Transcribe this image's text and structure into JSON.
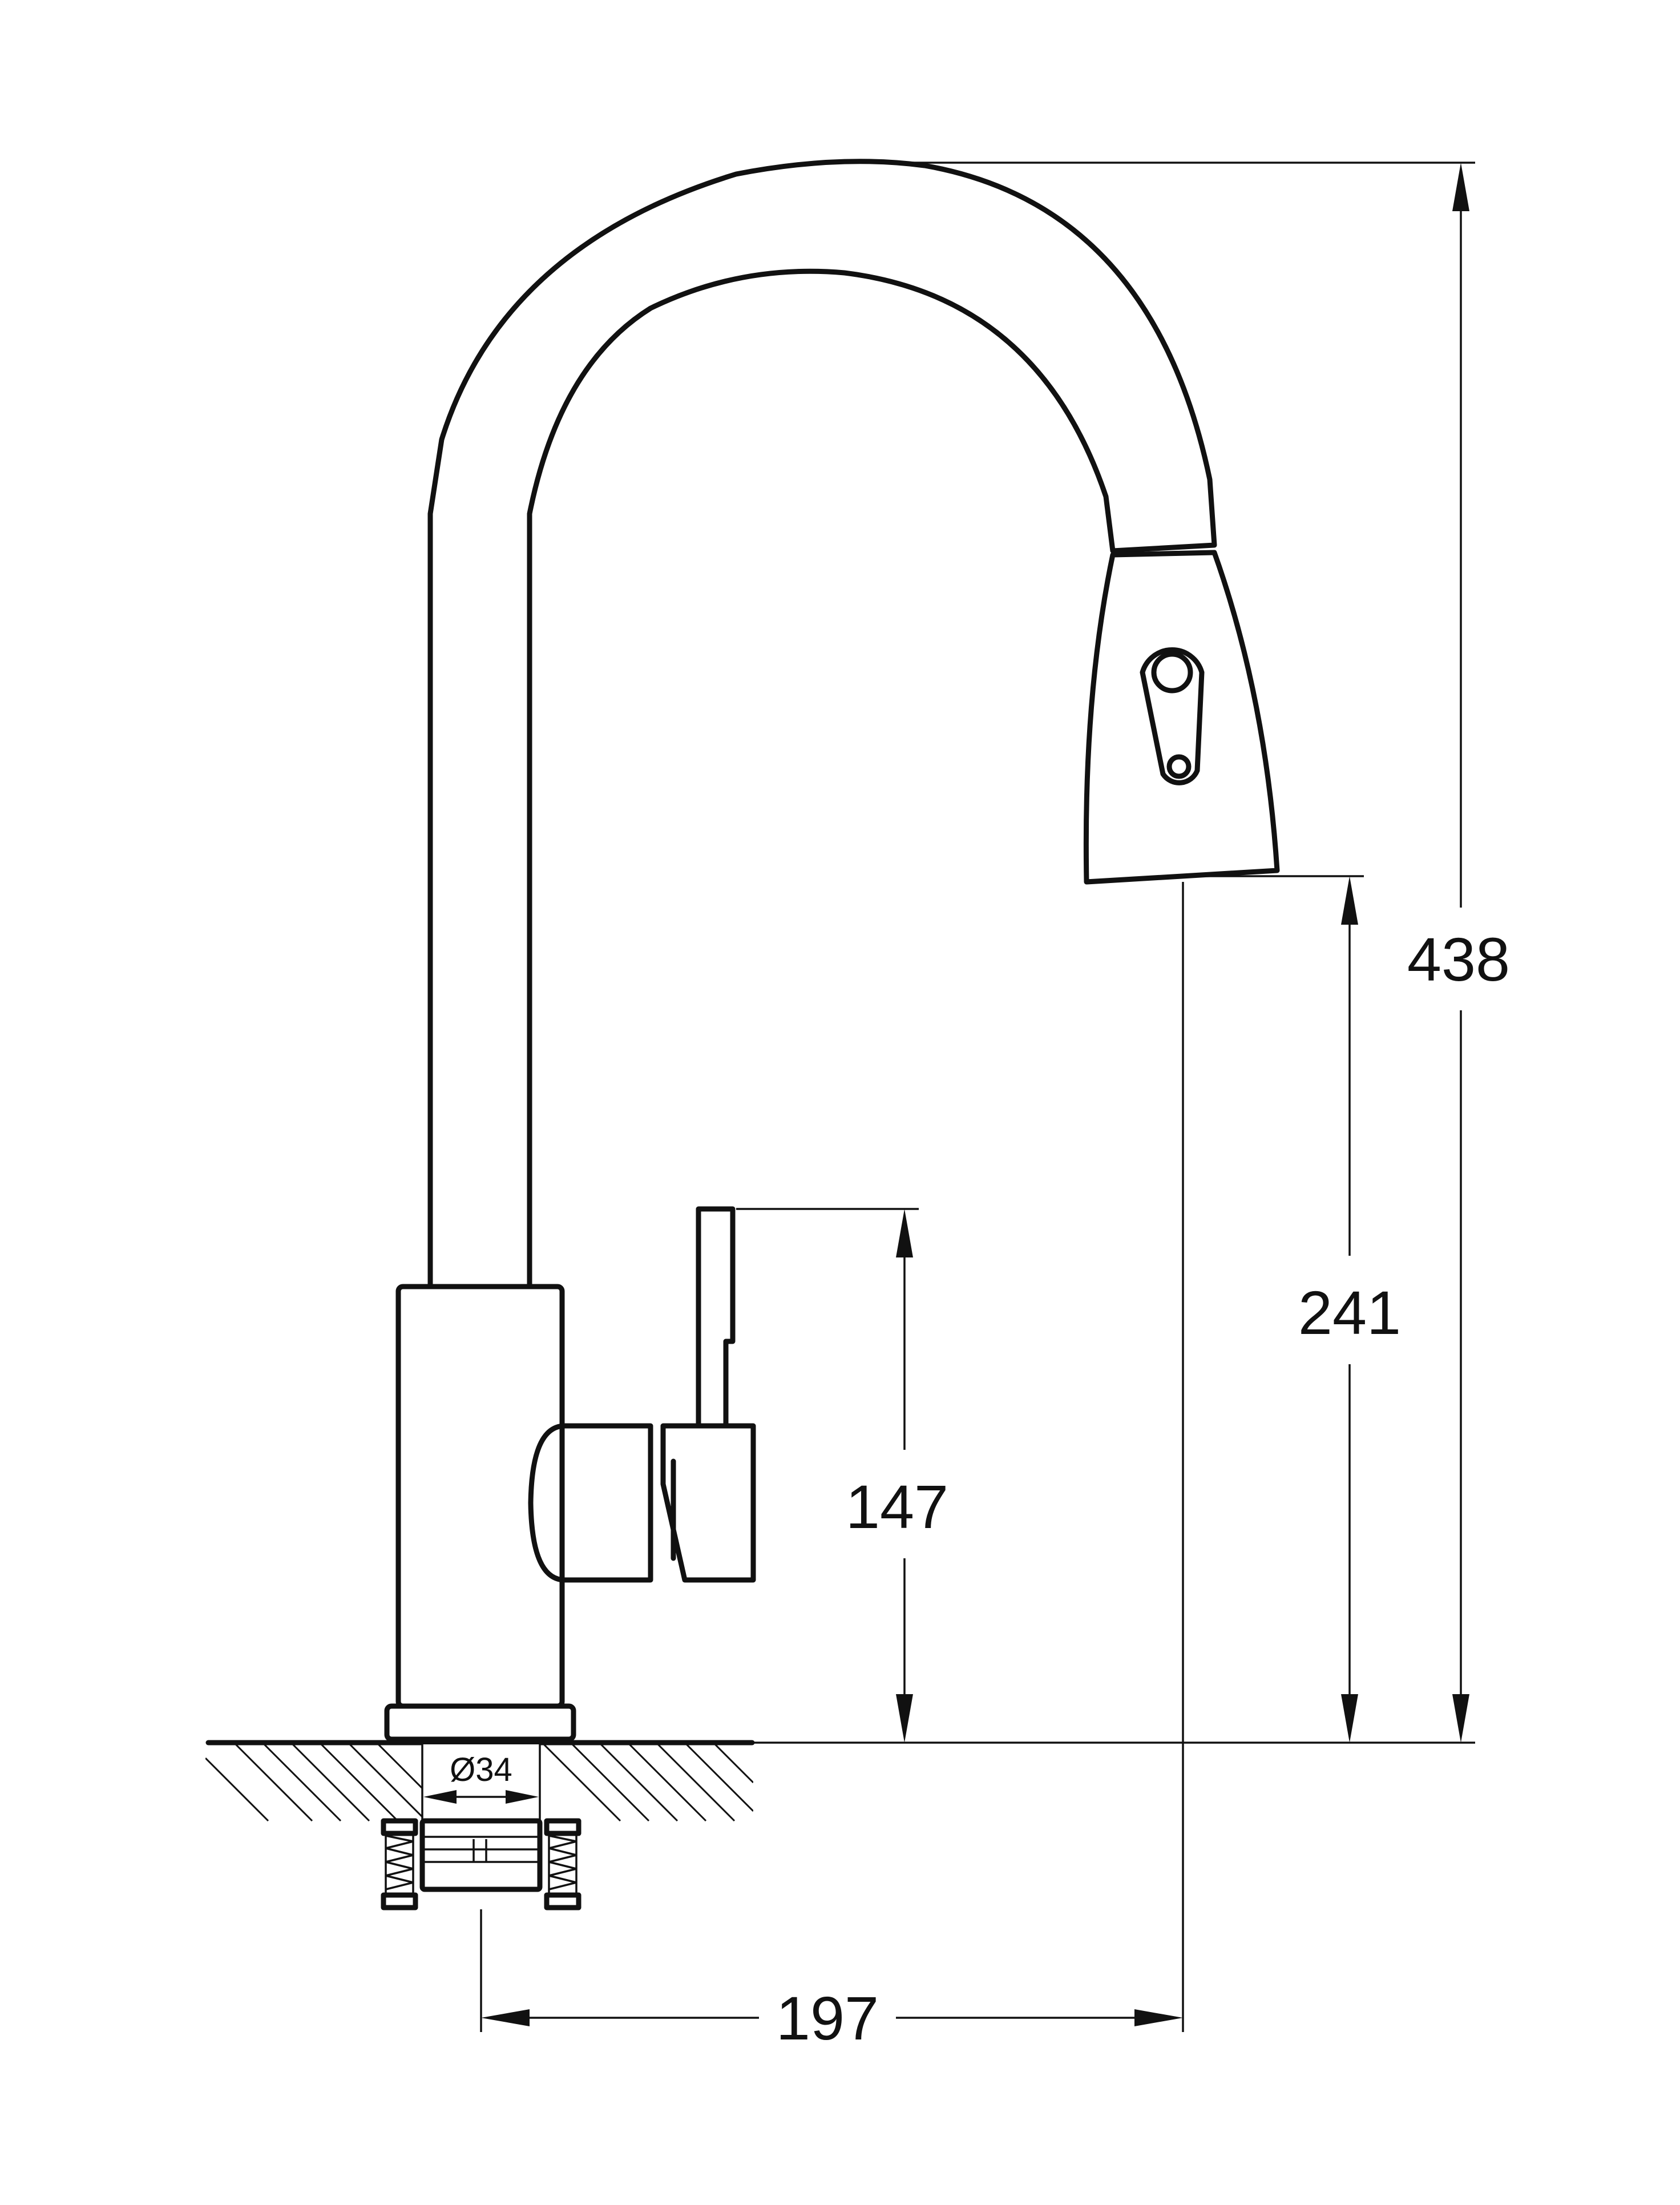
{
  "dimensions": {
    "total_height": "438",
    "spout_clearance": "241",
    "lever_height": "147",
    "reach": "197",
    "mount_diameter": "Ø34"
  }
}
